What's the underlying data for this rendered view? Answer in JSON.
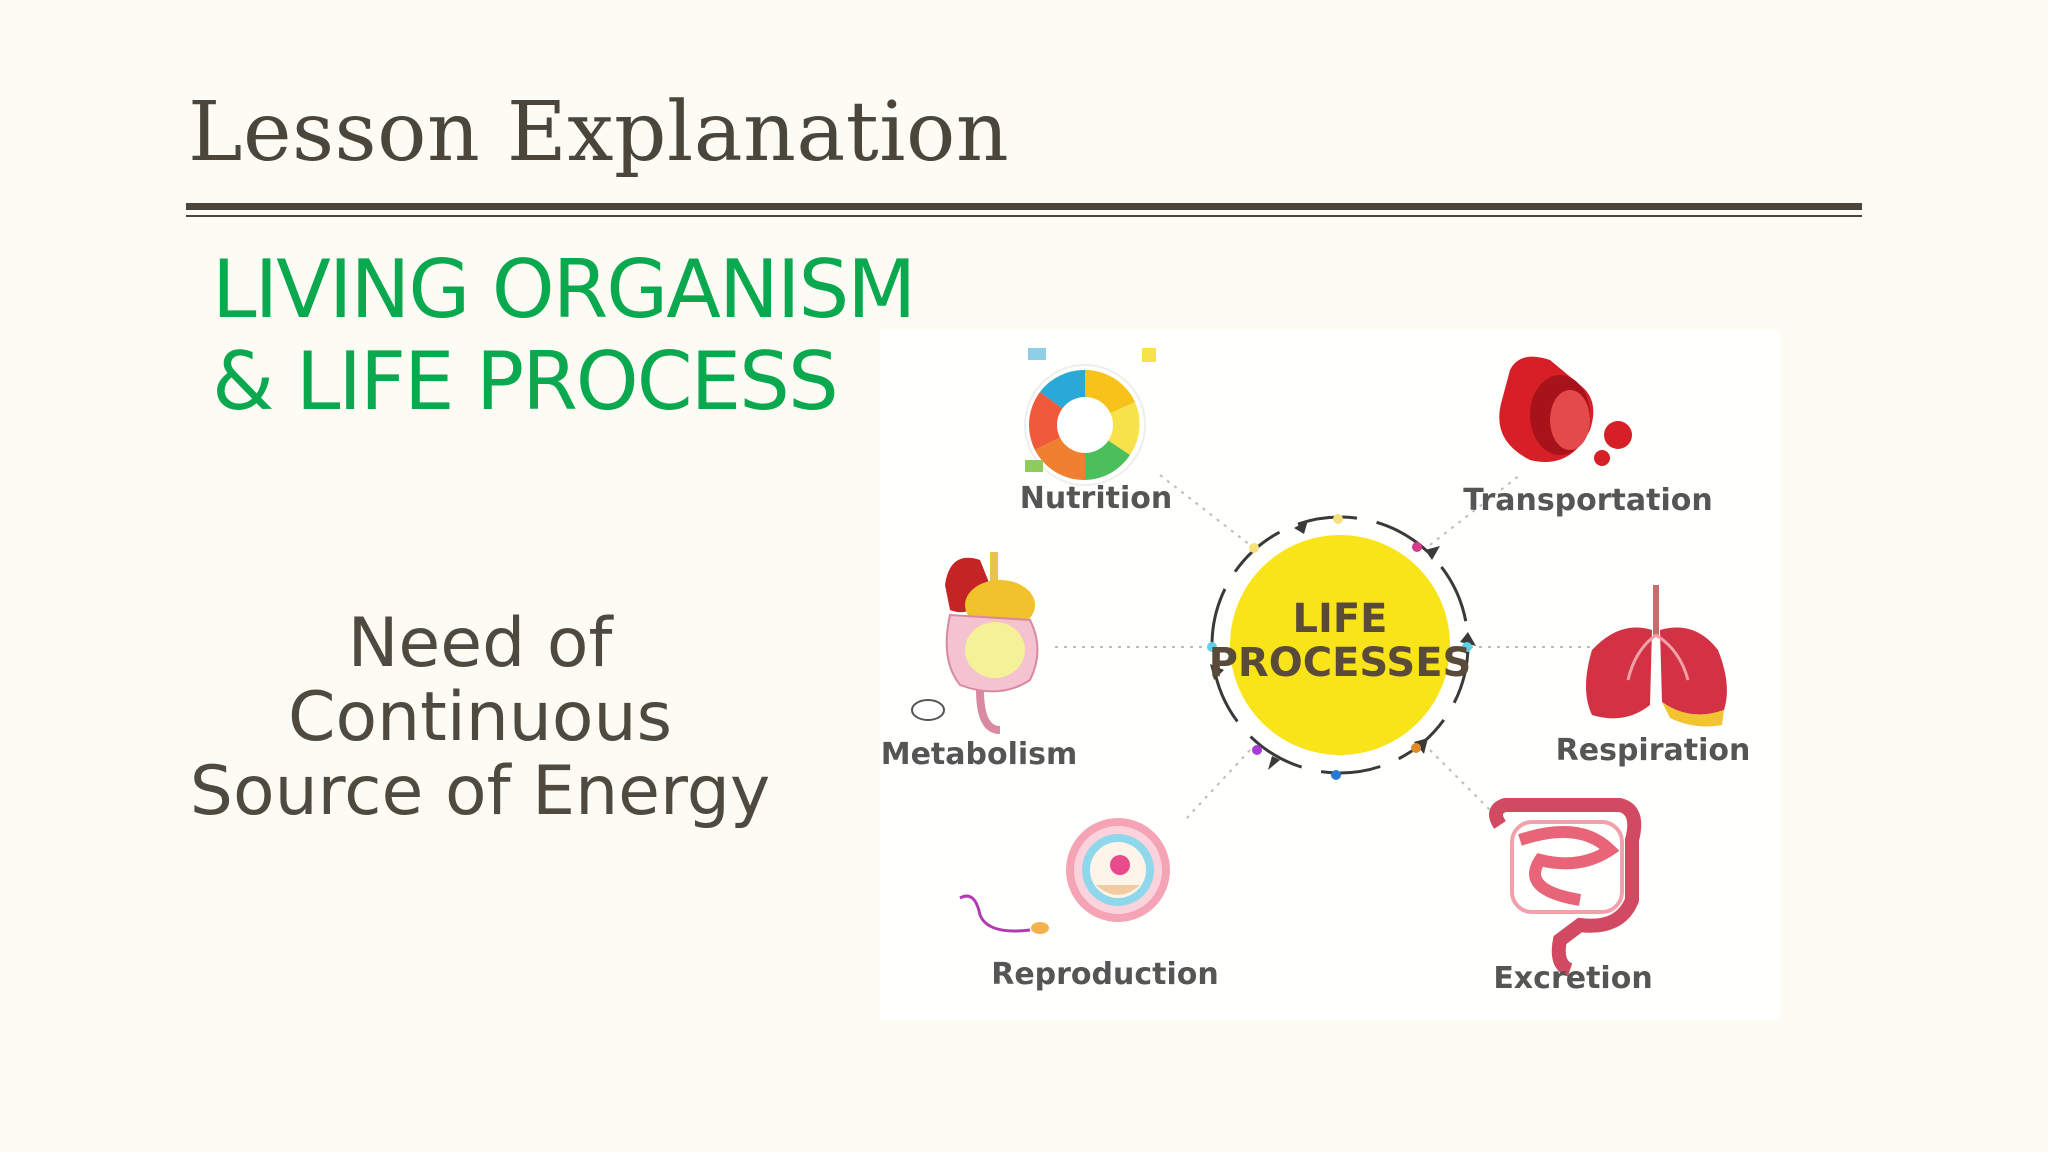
{
  "slide": {
    "title": "Lesson Explanation",
    "heading_line1": "LIVING ORGANISM",
    "heading_line2": "& LIFE PROCESS",
    "body_line1": "Need of",
    "body_line2": "Continuous",
    "body_line3": "Source of Energy"
  },
  "diagram": {
    "center_line1": "LIFE",
    "center_line2": "PROCESSES",
    "processes": [
      {
        "label": "Nutrition",
        "icon": "nutrition-chart-icon"
      },
      {
        "label": "Transportation",
        "icon": "blood-vessel-icon"
      },
      {
        "label": "Metabolism",
        "icon": "digestive-organs-icon"
      },
      {
        "label": "Respiration",
        "icon": "lungs-icon"
      },
      {
        "label": "Reproduction",
        "icon": "egg-sperm-icon"
      },
      {
        "label": "Excretion",
        "icon": "intestine-icon"
      }
    ]
  },
  "colors": {
    "title": "#4a463b",
    "heading": "#0aa84f",
    "body": "#4e4a40",
    "center_circle": "#f9e41a",
    "background": "#fdfcf4"
  }
}
